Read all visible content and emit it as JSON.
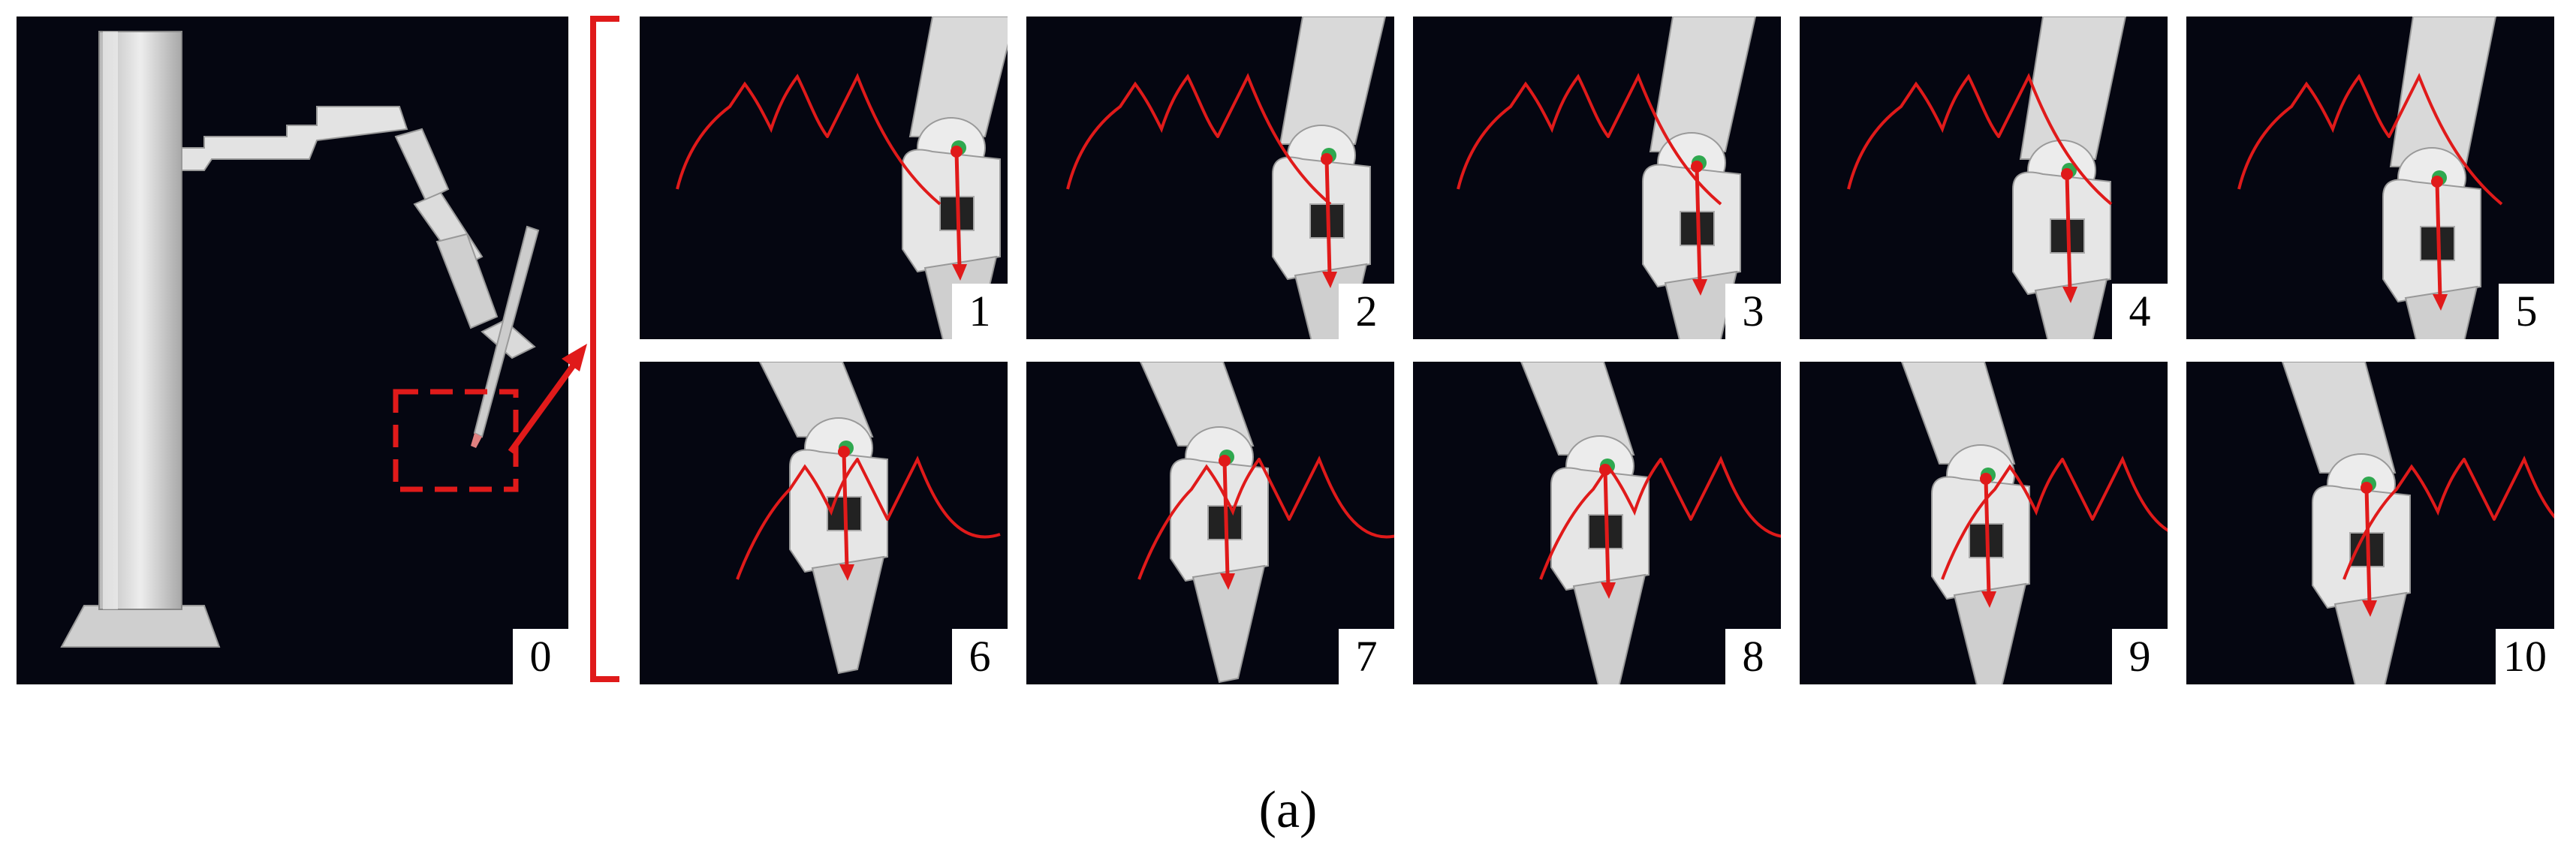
{
  "colors": {
    "background": "#050611",
    "trajectory": "#e01a1a",
    "arm": "#d9d9d9",
    "marker": "#2fa84f"
  },
  "main_panel": {
    "label": "0"
  },
  "frames": [
    {
      "label": "1"
    },
    {
      "label": "2"
    },
    {
      "label": "3"
    },
    {
      "label": "4"
    },
    {
      "label": "5"
    },
    {
      "label": "6"
    },
    {
      "label": "7"
    },
    {
      "label": "8"
    },
    {
      "label": "9"
    },
    {
      "label": "10"
    }
  ],
  "caption": "(a)"
}
